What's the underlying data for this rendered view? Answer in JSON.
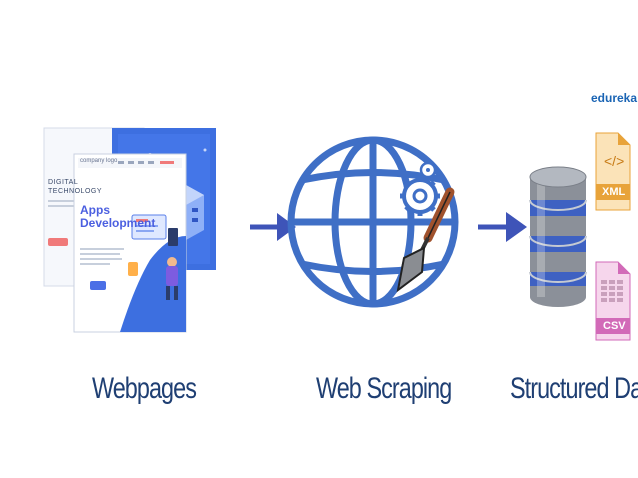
{
  "labels": {
    "webpages": "Webpages",
    "web_scraping": "Web Scraping",
    "structured_data": "Structured Data"
  },
  "brand": "edureka!",
  "webpage_mockup": {
    "back_heading_line1": "DIGITAL",
    "back_heading_line2": "TECHNOLOGY",
    "front_logo": "company logo",
    "front_title_line1": "Apps",
    "front_title_line2": "Development"
  },
  "files": {
    "xml_label": "XML",
    "csv_label": "CSV",
    "xml_icon": "code-brackets-icon",
    "csv_icon": "spreadsheet-icon"
  },
  "colors": {
    "arrow": "#3e54b8",
    "globe": "#3f6fc6",
    "label_text": "#1f3f73",
    "brand": "#1a64b4",
    "xml_accent": "#e8a33a",
    "csv_accent": "#d26ab8",
    "page_blue": "#3d6fe0"
  }
}
